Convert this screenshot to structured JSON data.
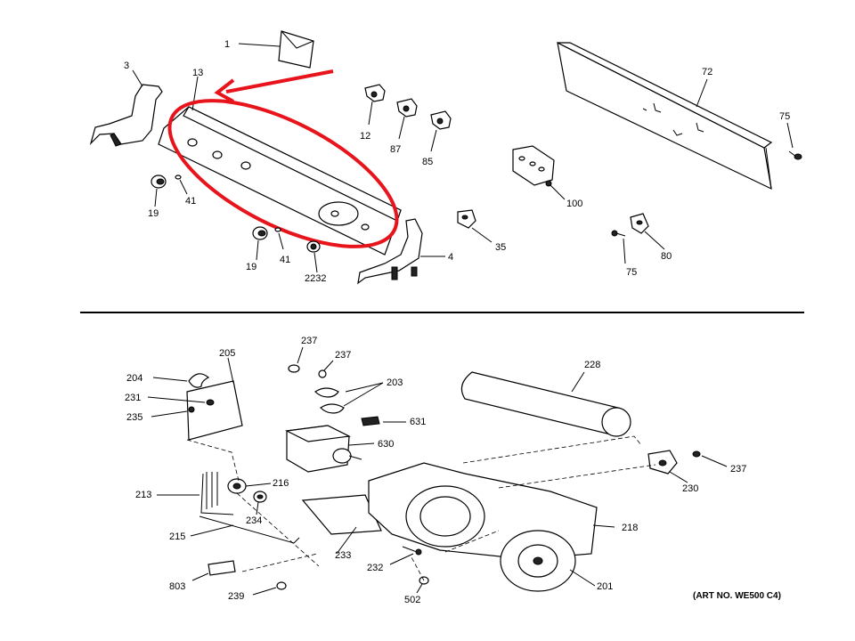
{
  "labels": {
    "p1": "1",
    "p3": "3",
    "p13": "13",
    "p12": "12",
    "p87": "87",
    "p85": "85",
    "p72": "72",
    "p75a": "75",
    "p100": "100",
    "p19a": "19",
    "p41a": "41",
    "p35": "35",
    "p19b": "19",
    "p41b": "41",
    "p2232": "2232",
    "p4": "4",
    "p75b": "75",
    "p80": "80",
    "p237a": "237",
    "p237b": "237",
    "p205": "205",
    "p203": "203",
    "p204": "204",
    "p231": "231",
    "p235": "235",
    "p631": "631",
    "p630": "630",
    "p228": "228",
    "p237c": "237",
    "p230": "230",
    "p213": "213",
    "p216": "216",
    "p234": "234",
    "p215": "215",
    "p218": "218",
    "p233": "233",
    "p232": "232",
    "p201": "201",
    "p803": "803",
    "p239": "239",
    "p502": "502"
  },
  "art_no": "(ART NO. WE500 C4)",
  "colors": {
    "highlight": "#e8141c",
    "ink": "#000000"
  },
  "icons": {
    "highlight_arrow": "arrow-icon",
    "highlight_ellipse": "ellipse-icon"
  }
}
